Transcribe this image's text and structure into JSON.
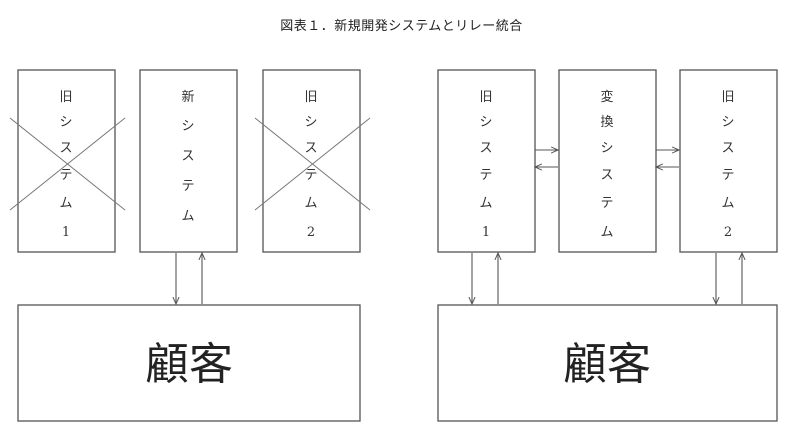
{
  "title": "図表１．新規開発システムとリレー統合",
  "left": {
    "old1": [
      "旧",
      "シ",
      "ス",
      "テ",
      "ム",
      "1"
    ],
    "new": [
      "新",
      "シ",
      "ス",
      "テ",
      "ム"
    ],
    "old2": [
      "旧",
      "シ",
      "ス",
      "テ",
      "ム",
      "2"
    ],
    "customer": "顧客"
  },
  "right": {
    "old1": [
      "旧",
      "シ",
      "ス",
      "テ",
      "ム",
      "1"
    ],
    "conv": [
      "変",
      "換",
      "シ",
      "ス",
      "テ",
      "ム"
    ],
    "old2": [
      "旧",
      "シ",
      "ス",
      "テ",
      "ム",
      "2"
    ],
    "customer": "顧客"
  }
}
